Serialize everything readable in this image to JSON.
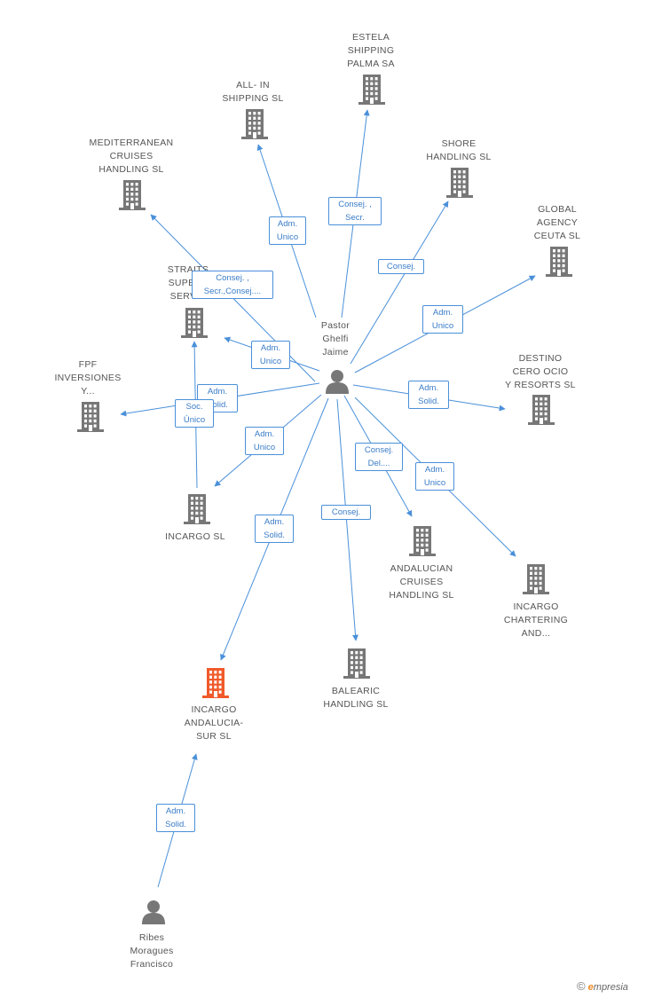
{
  "colors": {
    "edge": "#4a90d9",
    "company_icon": "#777777",
    "highlight_icon": "#f05a2a",
    "person_icon": "#777777"
  },
  "nodes": [
    {
      "id": "estela",
      "type": "company",
      "lines": [
        "ESTELA",
        "SHIPPING",
        "PALMA SA"
      ]
    },
    {
      "id": "allin",
      "type": "company",
      "lines": [
        "ALL- IN",
        "SHIPPING  SL"
      ]
    },
    {
      "id": "medcruises",
      "type": "company",
      "lines": [
        "MEDITERRANEAN",
        "CRUISES",
        "HANDLING SL"
      ]
    },
    {
      "id": "shore",
      "type": "company",
      "lines": [
        "SHORE",
        "HANDLING SL"
      ]
    },
    {
      "id": "global",
      "type": "company",
      "lines": [
        "GLOBAL",
        "AGENCY",
        "CEUTA SL"
      ]
    },
    {
      "id": "straits",
      "type": "company",
      "lines": [
        "STRAITS",
        "SUPERV",
        "SERVIC"
      ]
    },
    {
      "id": "destino",
      "type": "company",
      "lines": [
        "DESTINO",
        "CERO OCIO",
        "Y RESORTS SL"
      ]
    },
    {
      "id": "fpf",
      "type": "company",
      "lines": [
        "FPF",
        "INVERSIONES",
        "Y..."
      ]
    },
    {
      "id": "incargo",
      "type": "company",
      "lines": [
        "INCARGO SL"
      ]
    },
    {
      "id": "andalucian",
      "type": "company",
      "lines": [
        "ANDALUCIAN",
        "CRUISES",
        "HANDLING SL"
      ]
    },
    {
      "id": "chartering",
      "type": "company",
      "lines": [
        "INCARGO",
        "CHARTERING",
        "AND..."
      ]
    },
    {
      "id": "balearic",
      "type": "company",
      "lines": [
        "BALEARIC",
        "HANDLING SL"
      ]
    },
    {
      "id": "sur",
      "type": "company_highlight",
      "lines": [
        "INCARGO",
        "ANDALUCIA-",
        "SUR SL"
      ]
    },
    {
      "id": "pastor",
      "type": "person",
      "lines": [
        "Pastor",
        "Ghelfi",
        "Jaime"
      ]
    },
    {
      "id": "ribes",
      "type": "person",
      "lines": [
        "Ribes",
        "Moragues",
        "Francisco"
      ]
    }
  ],
  "edges": [
    {
      "from": "pastor",
      "to": "estela",
      "label": [
        "Consej. ,",
        "Secr."
      ]
    },
    {
      "from": "pastor",
      "to": "allin",
      "label": [
        "Adm.",
        "Unico"
      ]
    },
    {
      "from": "pastor",
      "to": "medcruises",
      "label": [
        "Consej. ,",
        "Secr.,Consej...."
      ]
    },
    {
      "from": "pastor",
      "to": "shore",
      "label": [
        "Consej."
      ]
    },
    {
      "from": "pastor",
      "to": "global",
      "label": [
        "Adm.",
        "Unico"
      ]
    },
    {
      "from": "pastor",
      "to": "straits",
      "label": [
        "Adm.",
        "Unico"
      ]
    },
    {
      "from": "pastor",
      "to": "destino",
      "label": [
        "Adm.",
        "Solid."
      ]
    },
    {
      "from": "pastor",
      "to": "fpf",
      "label": [
        "Adm.",
        "Solid."
      ]
    },
    {
      "from": "incargo",
      "to": "straits",
      "label": [
        "Soc.",
        "Único"
      ]
    },
    {
      "from": "pastor",
      "to": "incargo",
      "label": [
        "Adm.",
        "Unico"
      ]
    },
    {
      "from": "pastor",
      "to": "andalucian",
      "label": [
        "Consej.",
        "Del...."
      ]
    },
    {
      "from": "pastor",
      "to": "chartering",
      "label": [
        "Adm.",
        "Unico"
      ]
    },
    {
      "from": "pastor",
      "to": "balearic",
      "label": [
        "Consej."
      ]
    },
    {
      "from": "pastor",
      "to": "sur",
      "label": [
        "Adm.",
        "Solid."
      ]
    },
    {
      "from": "ribes",
      "to": "sur",
      "label": [
        "Adm.",
        "Solid."
      ]
    }
  ],
  "brand": {
    "copyright": "©",
    "name_first": "e",
    "name_rest": "mpresia"
  }
}
